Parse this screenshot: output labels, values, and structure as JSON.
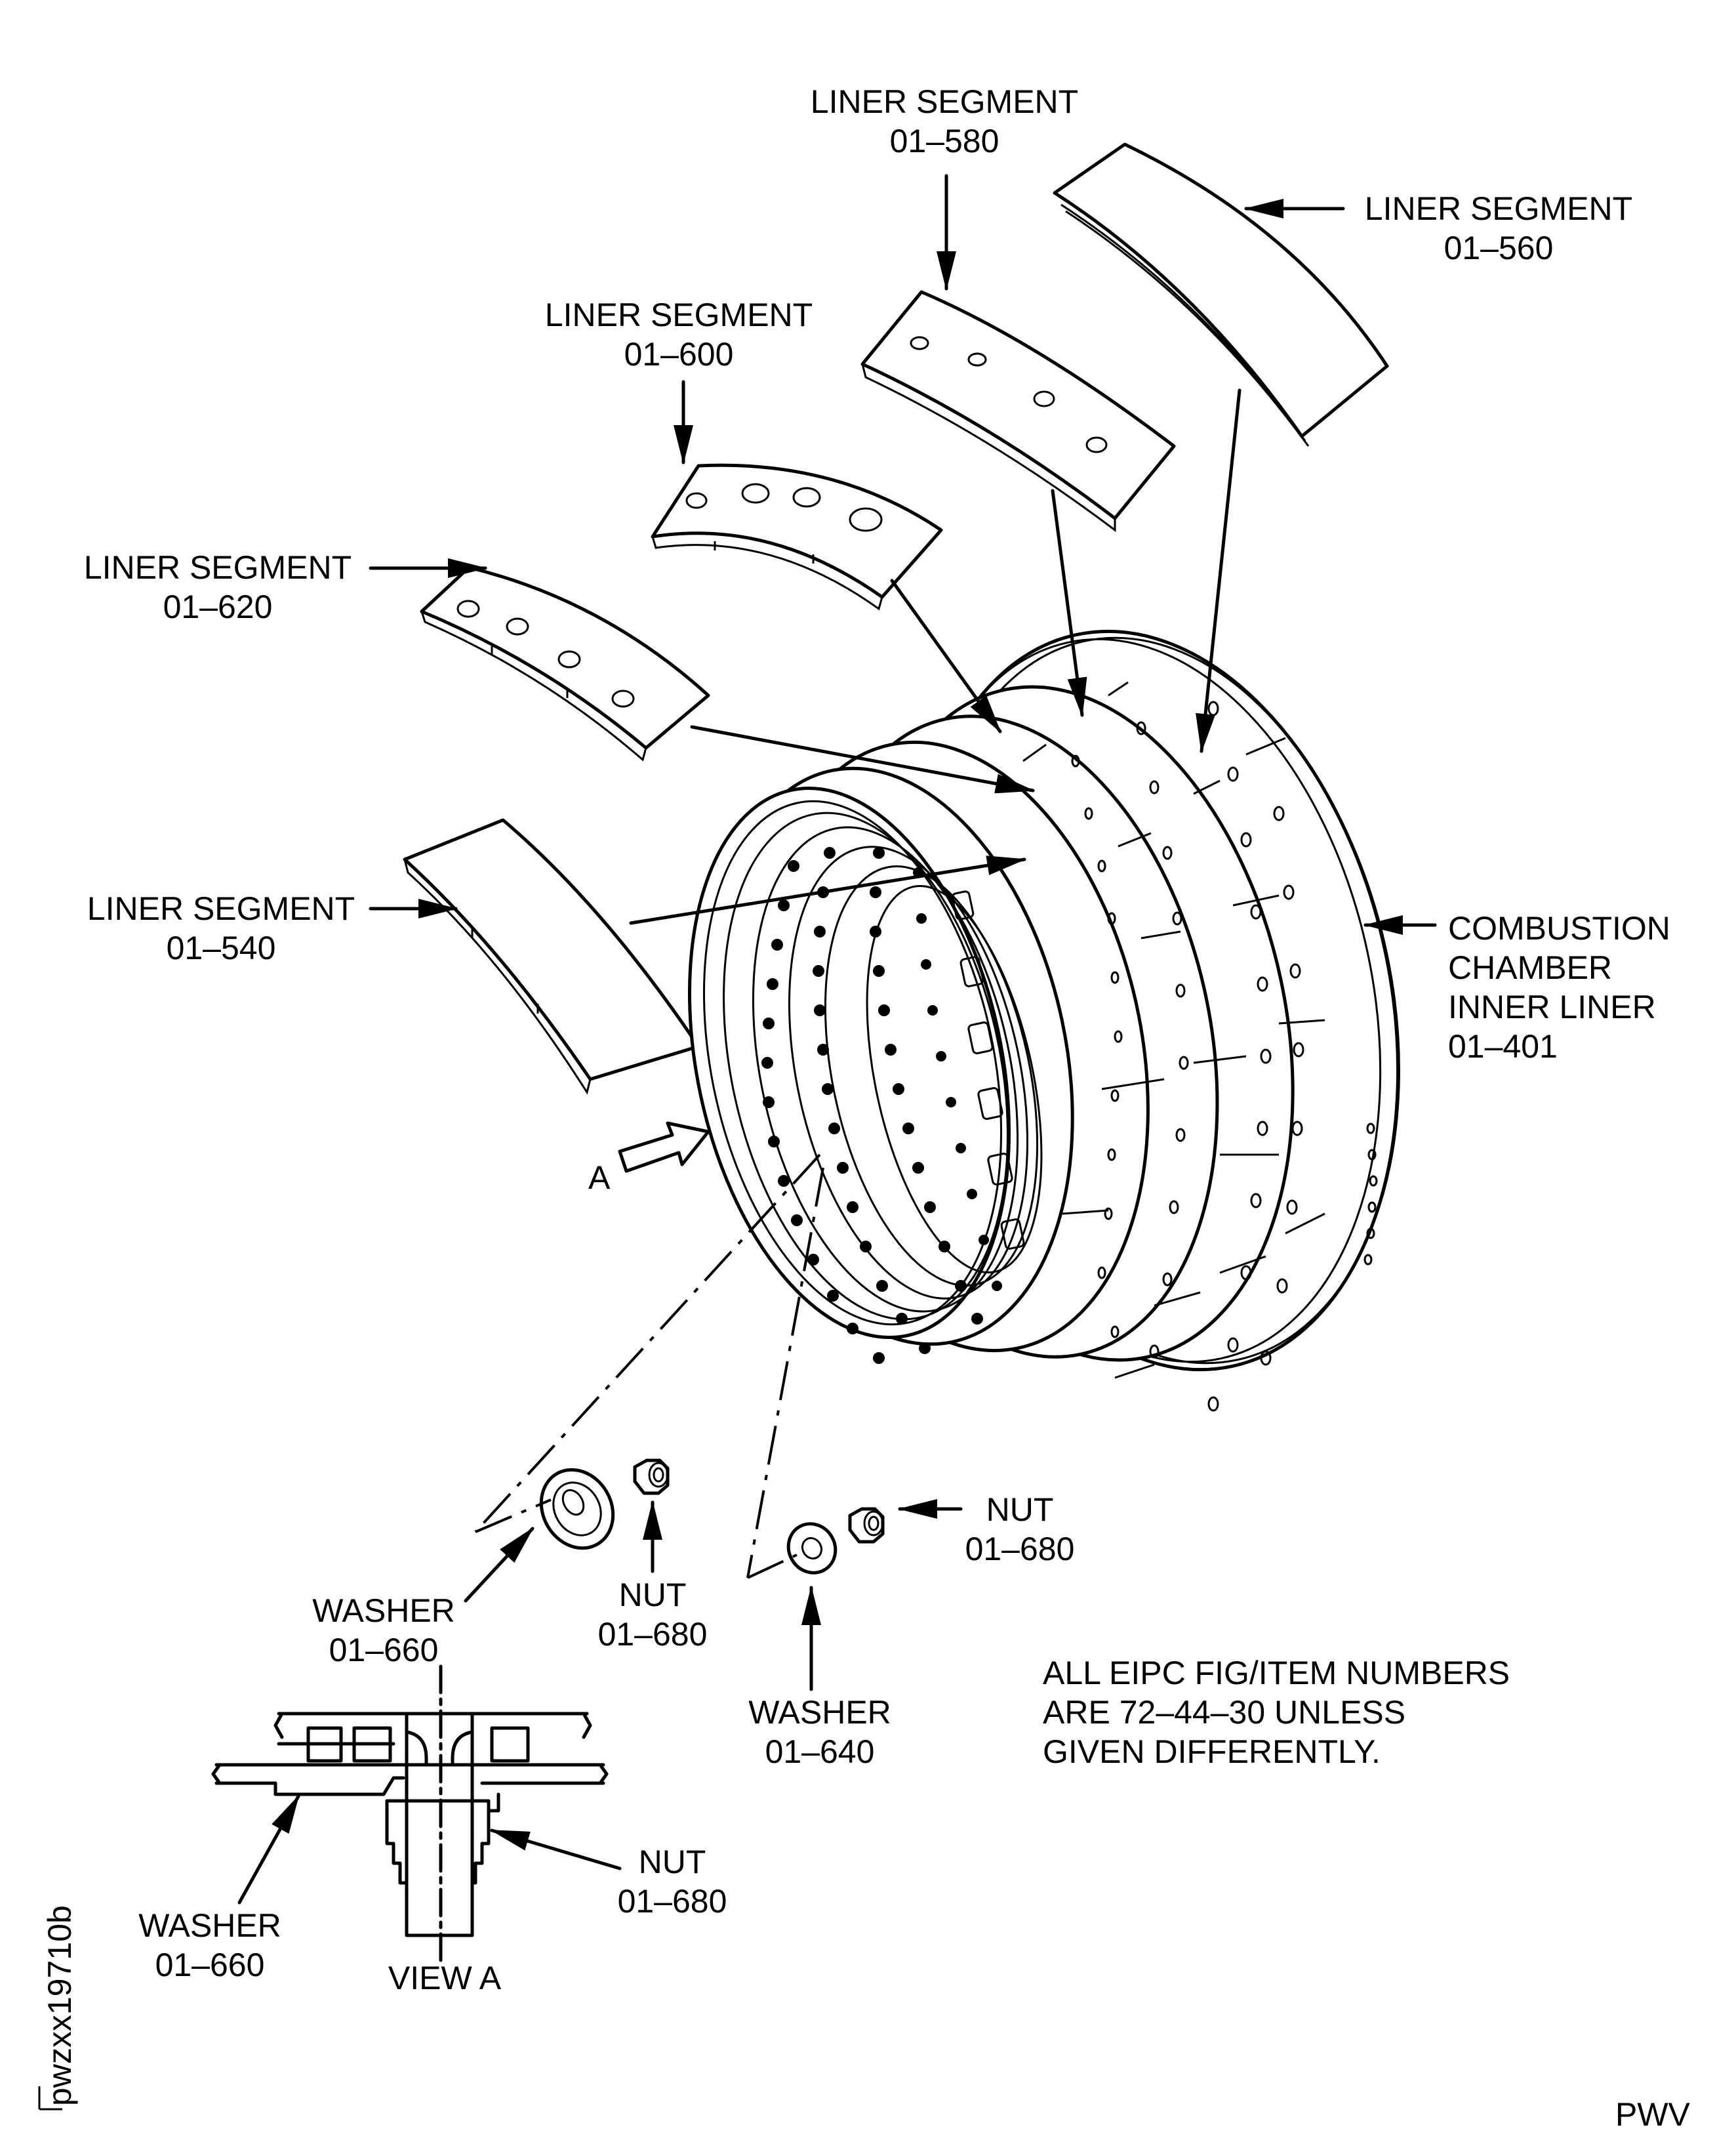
{
  "labels": {
    "seg_580": [
      "LINER SEGMENT",
      "01–580"
    ],
    "seg_560": [
      "LINER SEGMENT",
      "01–560"
    ],
    "seg_600": [
      "LINER SEGMENT",
      "01–600"
    ],
    "seg_620": [
      "LINER SEGMENT",
      "01–620"
    ],
    "seg_540": [
      "LINER SEGMENT",
      "01–540"
    ],
    "inner_liner": [
      "COMBUSTION",
      "CHAMBER",
      "INNER LINER",
      "01–401"
    ],
    "view_marker": "A",
    "washer_660_upper": [
      "WASHER",
      "01–660"
    ],
    "nut_680_upper": [
      "NUT",
      "01–680"
    ],
    "nut_680_right": [
      "NUT",
      "01–680"
    ],
    "washer_640": [
      "WASHER",
      "01–640"
    ],
    "washer_660_view": [
      "WASHER",
      "01–660"
    ],
    "nut_680_view": [
      "NUT",
      "01–680"
    ],
    "view_title": "VIEW A",
    "note": [
      "ALL EIPC FIG/ITEM NUMBERS",
      "ARE 72–44–30 UNLESS",
      "GIVEN DIFFERENTLY."
    ],
    "file_id": "pwzxx19710b",
    "corner_mark": "PWV"
  }
}
